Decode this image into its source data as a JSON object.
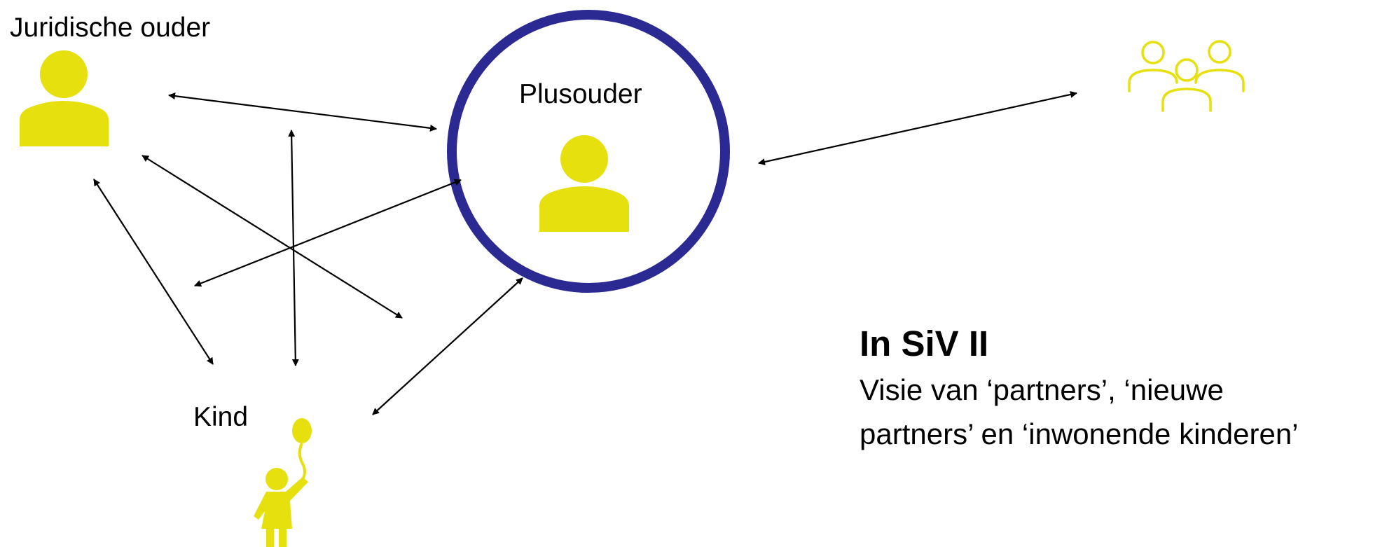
{
  "nodes": {
    "juridische_ouder": {
      "label": "Juridische ouder"
    },
    "plusouder": {
      "label": "Plusouder"
    },
    "kind": {
      "label": "Kind"
    }
  },
  "icons": {
    "juridische_ouder": "person-icon",
    "plusouder": "person-icon",
    "kind": "child-with-balloon-icon",
    "group": "group-of-people-icon"
  },
  "colors": {
    "icon_yellow": "#E6E00F",
    "circle_navy": "#2B2A93",
    "arrow": "#000000"
  },
  "text_block": {
    "heading": "In SiV II",
    "line1": "Visie van ‘partners’, ‘nieuwe",
    "line2": "partners’ en ‘inwonende kinderen’"
  }
}
